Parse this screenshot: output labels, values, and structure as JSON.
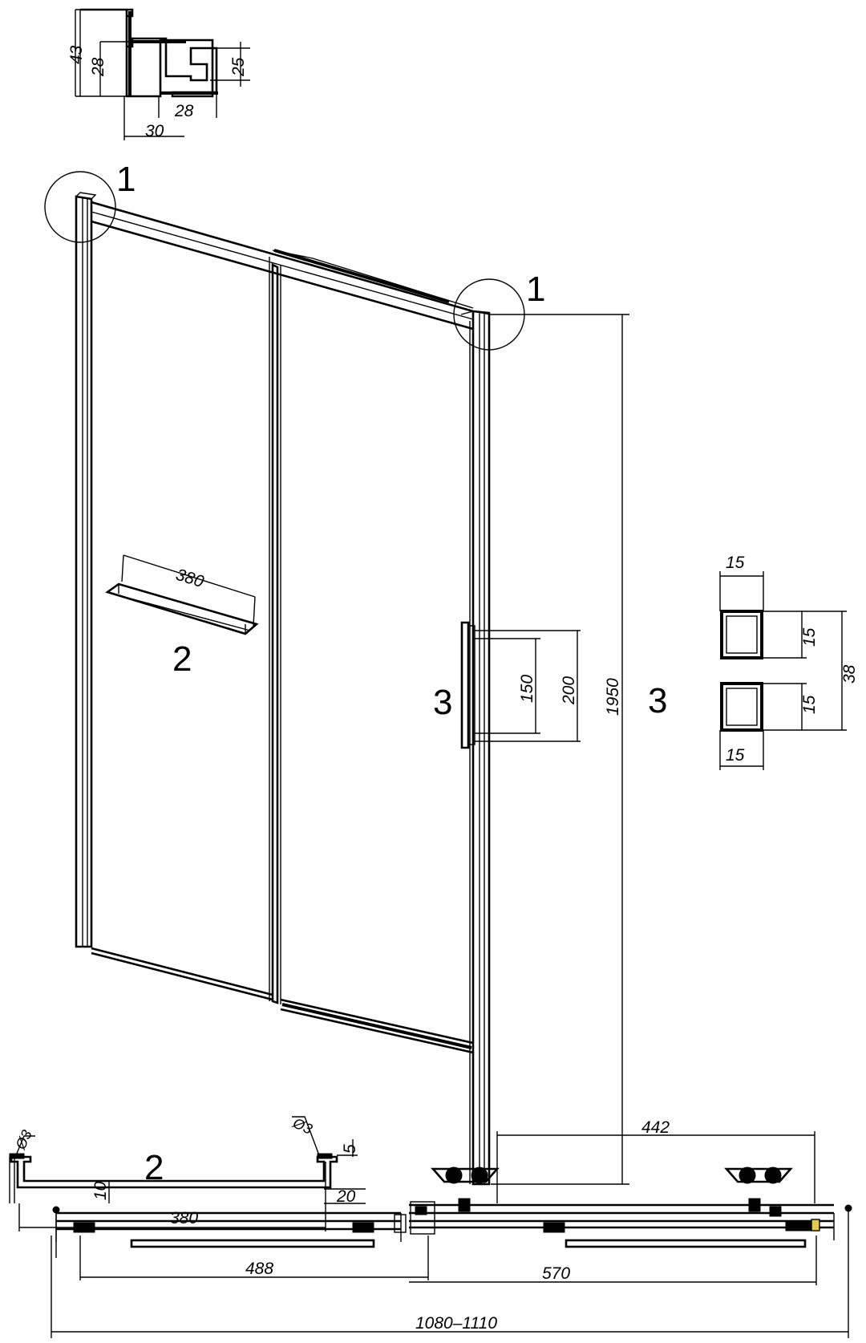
{
  "profile_detail": {
    "d43": "43",
    "d28v": "28",
    "d25": "25",
    "d28h": "28",
    "d30": "30"
  },
  "callouts": {
    "one_a": "1",
    "one_b": "1",
    "two_a": "2",
    "two_b": "2",
    "three_a": "3",
    "three_b": "3"
  },
  "door_dims": {
    "handle_len": "380",
    "d150": "150",
    "d200": "200",
    "height": "1950"
  },
  "square_detail": {
    "w_top": "15",
    "h_top": "15",
    "total": "38",
    "h_bot": "15",
    "w_bot": "15"
  },
  "handle_detail": {
    "dia_a": "Ø3",
    "dia_b": "Ø3",
    "d5": "5",
    "d20": "20",
    "d10": "10",
    "len": "380"
  },
  "plan_dims": {
    "d442": "442",
    "d488": "488",
    "d570": "570",
    "total": "1080–1110"
  }
}
